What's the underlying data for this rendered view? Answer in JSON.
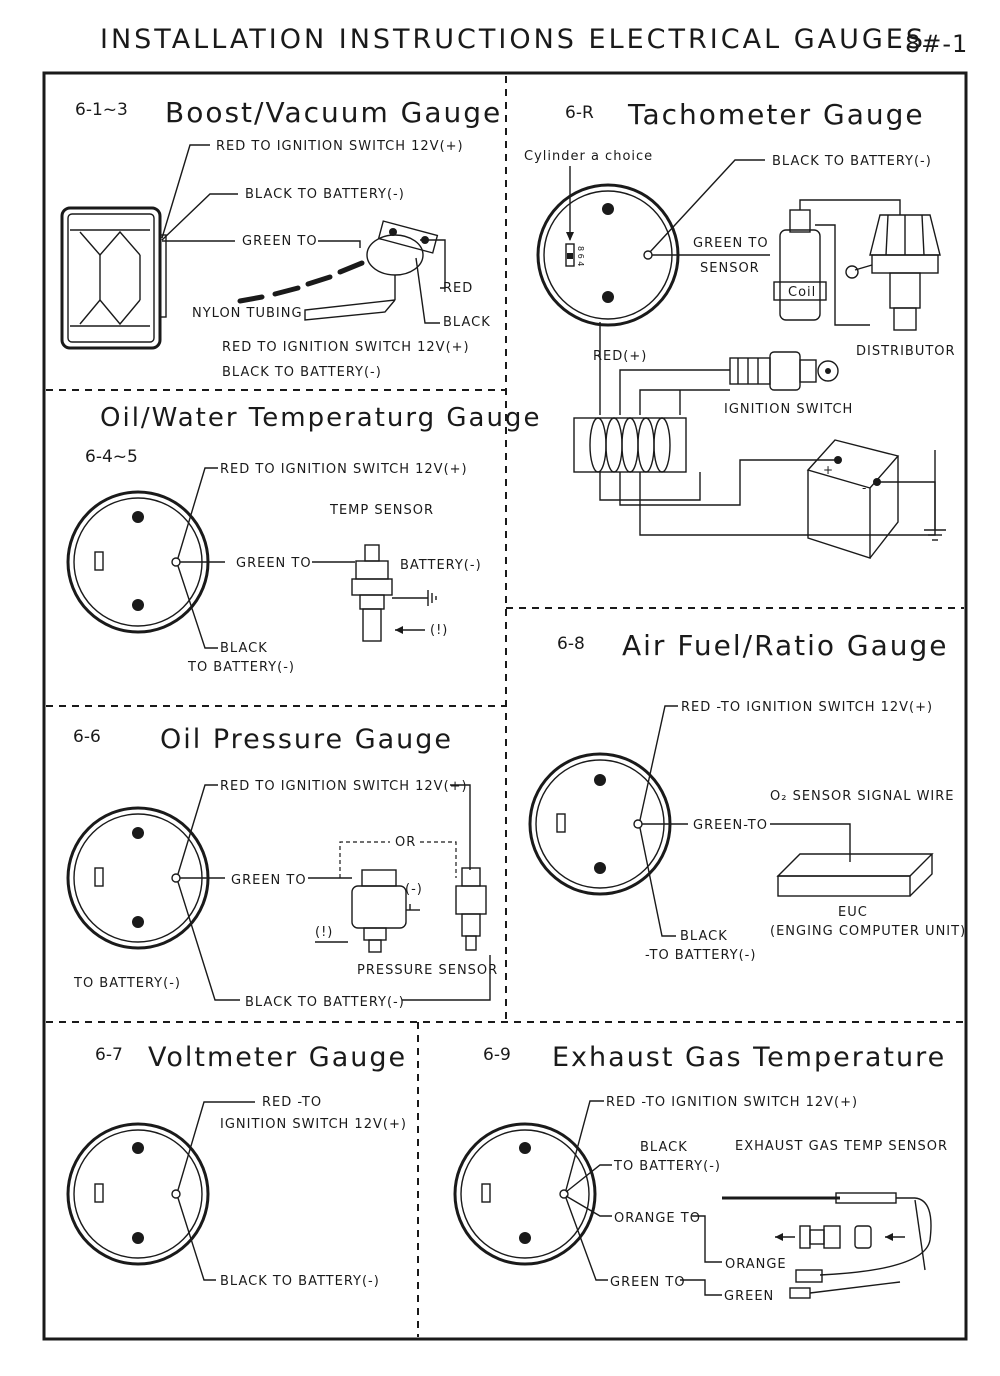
{
  "page": {
    "title": "INSTALLATION INSTRUCTIONS ELECTRICAL GAUGES",
    "page_code": "8#-1"
  },
  "boost": {
    "code": "6-1~3",
    "title": "Boost/Vacuum Gauge",
    "red": "RED   TO IGNITION SWITCH 12V(+)",
    "black": "BLACK   TO BATTERY(-)",
    "green": "GREEN TO",
    "sensor_red": "RED",
    "sensor_black": "BLACK",
    "tubing": "NYLON TUBING",
    "note_red": "RED   TO IGNITION SWITCH 12V(+)",
    "note_black": "BLACK   TO BATTERY(-)"
  },
  "tach": {
    "code": "6-R",
    "title": "Tachometer Gauge",
    "cylinder": "Cylinder a choice",
    "dip": "8 6 4",
    "black": "BLACK  TO BATTERY(-)",
    "green1": "GREEN TO",
    "green2": "SENSOR",
    "coil": "Coil",
    "distributor": "DISTRIBUTOR",
    "red": "RED(+)",
    "ignition": "IGNITION SWITCH",
    "plus": "+",
    "minus": "-"
  },
  "temp": {
    "title": "Oil/Water Temperaturg Gauge",
    "code": "6-4~5",
    "red": "RED TO IGNITION SWITCH 12V(+)",
    "sensor": "TEMP SENSOR",
    "green": "GREEN TO",
    "battery": "BATTERY(-)",
    "note": "(!)",
    "black1": "BLACK",
    "black2": "TO BATTERY(-)"
  },
  "oil": {
    "code": "6-6",
    "title": "Oil Pressure Gauge",
    "red": "RED TO IGNITION SWITCH 12V(+)",
    "or": "OR",
    "green": "GREEN TO",
    "minus": "(-)",
    "note": "(!)",
    "sensor": "PRESSURE SENSOR",
    "battery": "TO BATTERY(-)",
    "black": "BLACK TO BATTERY(-)"
  },
  "afr": {
    "code": "6-8",
    "title": "Air Fuel/Ratio Gauge",
    "red": "RED -TO IGNITION SWITCH 12V(+)",
    "o2": "O₂ SENSOR SIGNAL WIRE",
    "green": "GREEN-TO",
    "euc": "EUC",
    "euc_full": "(ENGING COMPUTER UNIT)",
    "black1": "BLACK",
    "black2": "-TO BATTERY(-)"
  },
  "volt": {
    "code": "6-7",
    "title": "Voltmeter Gauge",
    "red1": "RED -TO",
    "red2": "IGNITION SWITCH 12V(+)",
    "black": "BLACK  TO BATTERY(-)"
  },
  "egt": {
    "code": "6-9",
    "title": "Exhaust Gas Temperature",
    "red": "RED -TO IGNITION SWITCH 12V(+)",
    "black1": "BLACK",
    "black2": "TO BATTERY(-)",
    "sensor": "EXHAUST GAS TEMP SENSOR",
    "orange_to": "ORANGE TO",
    "orange": "ORANGE",
    "green_to": "GREEN TO",
    "green": "GREEN"
  }
}
